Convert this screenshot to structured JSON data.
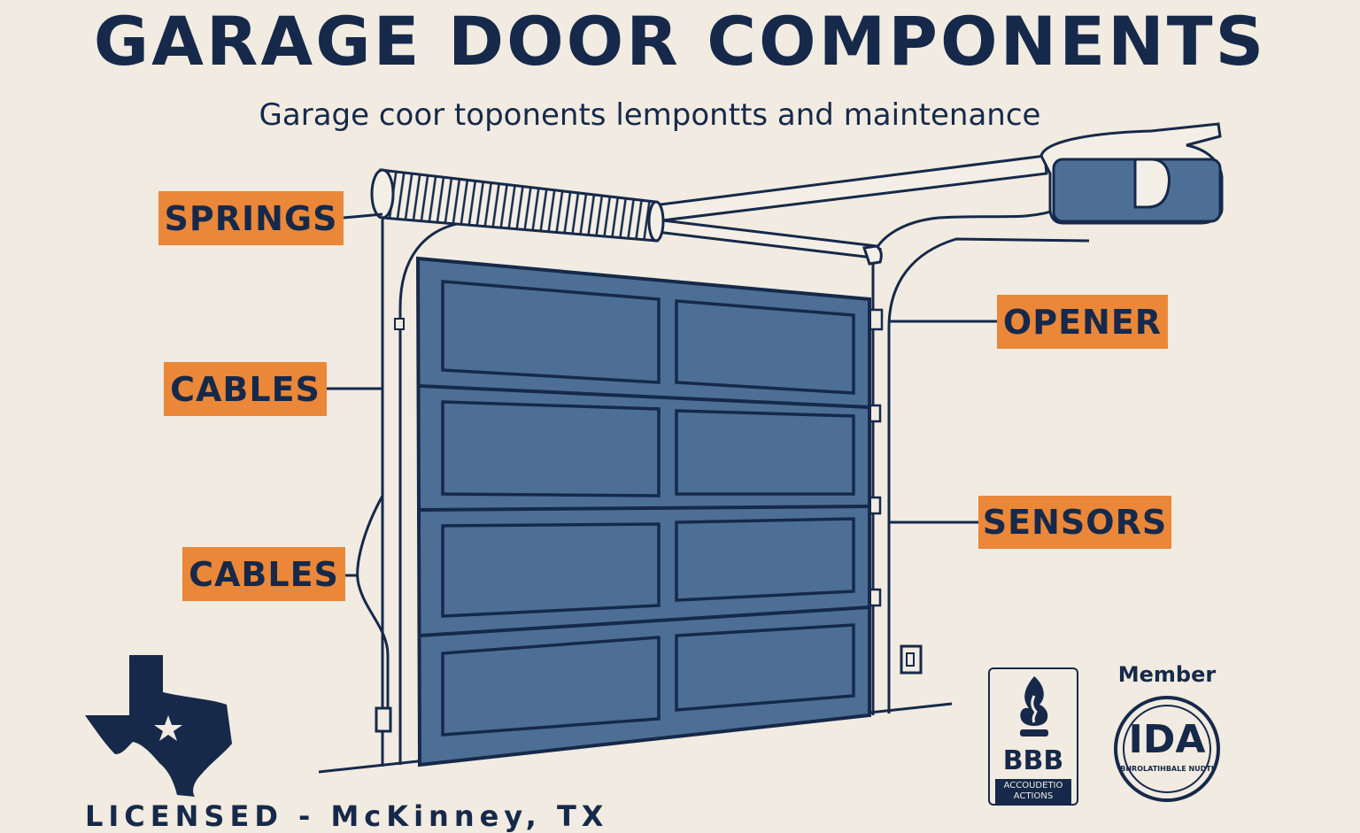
{
  "header": {
    "title": "GARAGE DOOR COMPONENTS",
    "subtitle": "Garage coor toponents lempontts and maintenance"
  },
  "callouts": {
    "springs": "SPRINGS",
    "cables_upper": "CABLES",
    "cables_lower": "CABLES",
    "opener": "OPENER",
    "sensors": "SENSORS"
  },
  "footer": {
    "license_text": "LICENSED - McKinney, TX"
  },
  "badges": {
    "member_label": "Member",
    "bbb_text": "BBB",
    "bbb_band": "ACCOUDETIO ACTIONS",
    "ida_text": "IDA",
    "ida_sub": "BHROLATIHBALE NUDTI"
  },
  "icons": [
    "texas-map-icon",
    "star-icon",
    "flame-torch-icon"
  ],
  "colors": {
    "background": "#f1ebe1",
    "navy": "#16294a",
    "door_blue": "#4d6f96",
    "callout_orange": "#eb8738"
  }
}
